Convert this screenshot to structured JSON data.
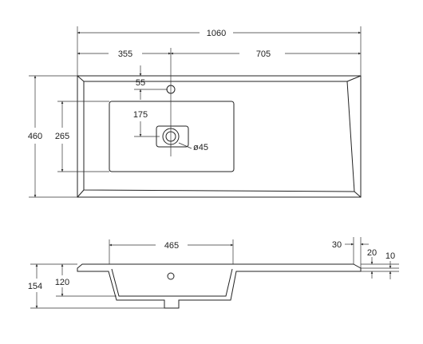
{
  "colors": {
    "ink": "#222222",
    "dim": "#333333",
    "background": "#ffffff"
  },
  "top_view": {
    "overall_width": "1060",
    "left_to_tap": "355",
    "tap_to_right": "705",
    "tap_offset": "55",
    "drain_offset": "175",
    "overall_depth": "460",
    "bowl_depth": "265",
    "drain_diameter": "ø45"
  },
  "side_view": {
    "bowl_width": "465",
    "rim_edge": "30",
    "rim_thickness_outer": "20",
    "rim_thickness_inner": "10",
    "bowl_height": "120",
    "total_height": "154"
  }
}
